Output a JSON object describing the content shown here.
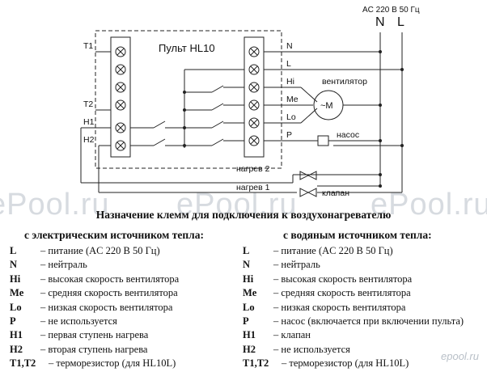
{
  "diagram": {
    "supply_label": "AC 220 В 50 Гц",
    "supply_N": "N",
    "supply_L": "L",
    "panel_title": "Пульт HL10",
    "left_terminals": [
      "T1",
      "T2",
      "H1",
      "H2"
    ],
    "right_terminals": [
      "N",
      "L",
      "Hi",
      "Me",
      "Lo",
      "P"
    ],
    "fan_label": "вентилятор",
    "motor_label": "~M",
    "pump_label": "насос",
    "heat2_label": "нагрев 2",
    "heat1_label": "нагрев 1",
    "valve_label": "клапан"
  },
  "watermarks": [
    "ePool.ru",
    "ePool.ru",
    "ePool.ru",
    "epool.ru"
  ],
  "legend": {
    "heading": "Назначение клемм для подключения к воздухонагревателю",
    "electric": {
      "title": "с электрическим источником тепла:",
      "rows": [
        {
          "term": "L",
          "desc": "– питание (AC 220 В 50 Гц)"
        },
        {
          "term": "N",
          "desc": "– нейтраль"
        },
        {
          "term": "Hi",
          "desc": "– высокая скорость вентилятора"
        },
        {
          "term": "Me",
          "desc": "– средняя скорость вентилятора"
        },
        {
          "term": "Lo",
          "desc": "– низкая скорость вентилятора"
        },
        {
          "term": "P",
          "desc": "– не используется"
        },
        {
          "term": "H1",
          "desc": "– первая ступень нагрева"
        },
        {
          "term": "H2",
          "desc": "– вторая ступень нагрева"
        },
        {
          "term": "T1,T2",
          "desc": "– терморезистор (для HL10L)"
        }
      ]
    },
    "water": {
      "title": "с водяным источником тепла:",
      "rows": [
        {
          "term": "L",
          "desc": "– питание (AC 220 В 50 Гц)"
        },
        {
          "term": "N",
          "desc": "– нейтраль"
        },
        {
          "term": "Hi",
          "desc": "– высокая скорость вентилятора"
        },
        {
          "term": "Me",
          "desc": "– средняя скорость вентилятора"
        },
        {
          "term": "Lo",
          "desc": "– низкая скорость вентилятора"
        },
        {
          "term": "P",
          "desc": "– насос (включается при включении пульта)"
        },
        {
          "term": "H1",
          "desc": "– клапан"
        },
        {
          "term": "H2",
          "desc": "– не используется"
        },
        {
          "term": "T1,T2",
          "desc": "– терморезистор (для HL10L)"
        }
      ]
    }
  }
}
